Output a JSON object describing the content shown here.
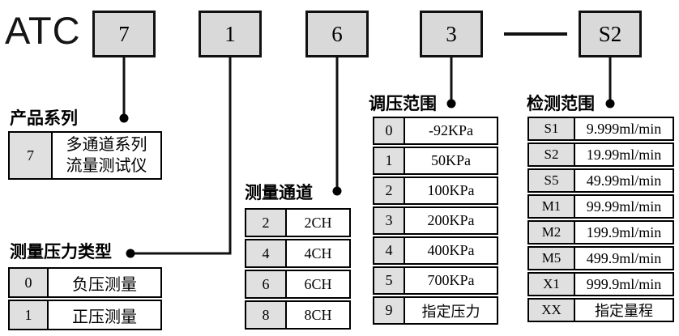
{
  "colors": {
    "background": "#ffffff",
    "box_fill": "#d9d9d9",
    "key_cell_fill": "#e0e0e0",
    "border": "#000000"
  },
  "model_code": {
    "prefix": "ATC",
    "segments": [
      "7",
      "1",
      "6",
      "3",
      "S2"
    ],
    "separator": "—"
  },
  "sections": {
    "product_series": {
      "title": "产品系列",
      "rows": [
        {
          "code": "7",
          "desc_line1": "多通道系列",
          "desc_line2": "流量测试仪"
        }
      ]
    },
    "pressure_type": {
      "title": "测量压力类型",
      "rows": [
        {
          "code": "0",
          "desc": "负压测量"
        },
        {
          "code": "1",
          "desc": "正压测量"
        }
      ]
    },
    "channels": {
      "title": "测量通道",
      "rows": [
        {
          "code": "2",
          "desc": "2CH"
        },
        {
          "code": "4",
          "desc": "4CH"
        },
        {
          "code": "6",
          "desc": "6CH"
        },
        {
          "code": "8",
          "desc": "8CH"
        }
      ]
    },
    "pressure_range": {
      "title": "调压范围",
      "rows": [
        {
          "code": "0",
          "desc": "-92KPa"
        },
        {
          "code": "1",
          "desc": "50KPa"
        },
        {
          "code": "2",
          "desc": "100KPa"
        },
        {
          "code": "3",
          "desc": "200KPa"
        },
        {
          "code": "4",
          "desc": "400KPa"
        },
        {
          "code": "5",
          "desc": "700KPa"
        },
        {
          "code": "9",
          "desc": "指定压力"
        }
      ]
    },
    "detection_range": {
      "title": "检测范围",
      "rows": [
        {
          "code": "S1",
          "desc": "9.999ml/min"
        },
        {
          "code": "S2",
          "desc": "19.99ml/min"
        },
        {
          "code": "S5",
          "desc": "49.99ml/min"
        },
        {
          "code": "M1",
          "desc": "99.99ml/min"
        },
        {
          "code": "M2",
          "desc": "199.9ml/min"
        },
        {
          "code": "M5",
          "desc": "499.9ml/min"
        },
        {
          "code": "X1",
          "desc": "999.9ml/min"
        },
        {
          "code": "XX",
          "desc": "指定量程"
        }
      ]
    }
  }
}
